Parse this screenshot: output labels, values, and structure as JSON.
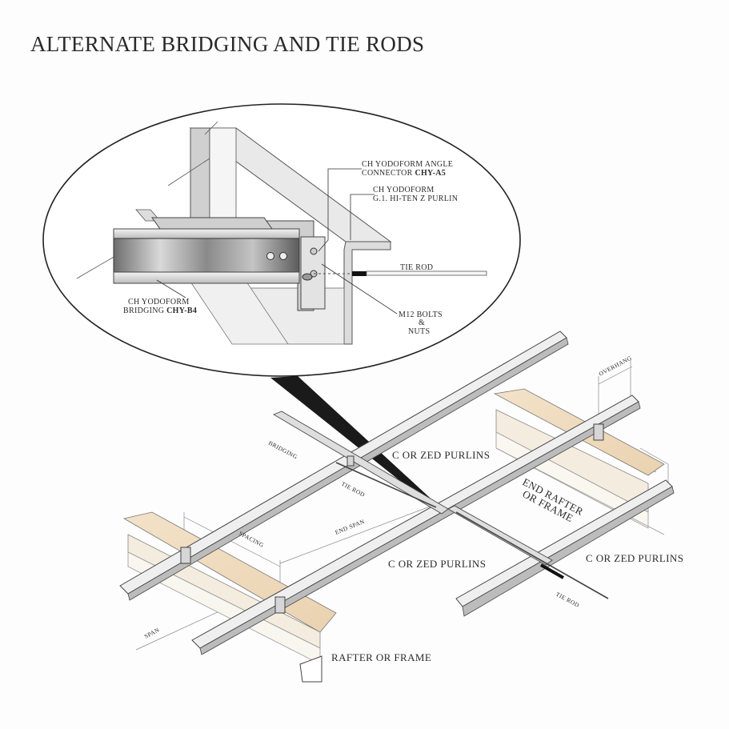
{
  "title": "ALTERNATE BRIDGING AND TIE RODS",
  "detail": {
    "angle_connector_line1": "CH YODOFORM ANGLE",
    "angle_connector_line2a": "CONNECTOR ",
    "angle_connector_line2b": "CHY-A5",
    "purlin_line1": "CH YODOFORM",
    "purlin_line2": "G.1. HI-TEN Z PURLIN",
    "tie_rod": "TIE ROD",
    "bridging_line1": "CH YODOFORM",
    "bridging_line2a": "BRIDGING ",
    "bridging_line2b": "CHY-B4",
    "bolts_line1": "M12 BOLTS",
    "bolts_line2": "&",
    "bolts_line3": "NUTS"
  },
  "labels": {
    "overhang": "OVERHANG",
    "bridging": "BRIDGING",
    "purlins_top": "C OR ZED PURLINS",
    "tie_rod_left": "TIE ROD",
    "end_rafter_line1": "END RAFTER",
    "end_rafter_line2": "OR FRAME",
    "end_span": "END SPAN",
    "spacing": "SPACING",
    "purlins_mid": "C OR ZED PURLINS",
    "purlins_right": "C OR ZED PURLINS",
    "tie_rod_right": "TIE ROD",
    "span": "SPAN",
    "rafter": "RAFTER OR FRAME"
  }
}
